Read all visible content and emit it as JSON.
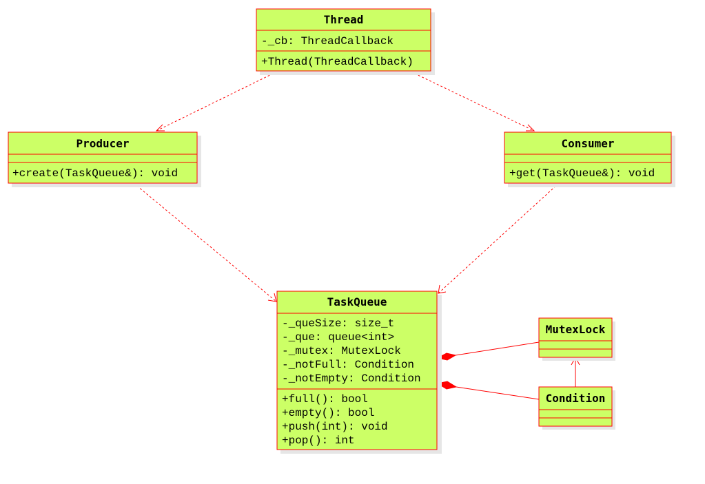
{
  "classes": {
    "thread": {
      "name": "Thread",
      "attributes": [
        "-_cb: ThreadCallback"
      ],
      "operations": [
        "+Thread(ThreadCallback)"
      ]
    },
    "producer": {
      "name": "Producer",
      "attributes": [],
      "operations": [
        "+create(TaskQueue&): void"
      ]
    },
    "consumer": {
      "name": "Consumer",
      "attributes": [],
      "operations": [
        "+get(TaskQueue&): void"
      ]
    },
    "taskqueue": {
      "name": "TaskQueue",
      "attributes": [
        "-_queSize: size_t",
        "-_que: queue<int>",
        "-_mutex: MutexLock",
        "-_notFull: Condition",
        "-_notEmpty: Condition"
      ],
      "operations": [
        "+full(): bool",
        "+empty(): bool",
        "+push(int): void",
        "+pop(): int"
      ]
    },
    "mutexlock": {
      "name": "MutexLock",
      "attributes": [],
      "operations": []
    },
    "condition": {
      "name": "Condition",
      "attributes": [],
      "operations": []
    }
  },
  "relationships": [
    {
      "type": "dependency",
      "from": "thread",
      "to": "producer"
    },
    {
      "type": "dependency",
      "from": "thread",
      "to": "consumer"
    },
    {
      "type": "dependency",
      "from": "producer",
      "to": "taskqueue"
    },
    {
      "type": "dependency",
      "from": "consumer",
      "to": "taskqueue"
    },
    {
      "type": "composition",
      "whole": "taskqueue",
      "part": "mutexlock"
    },
    {
      "type": "composition",
      "whole": "taskqueue",
      "part": "condition"
    },
    {
      "type": "association",
      "from": "condition",
      "to": "mutexlock"
    }
  ]
}
